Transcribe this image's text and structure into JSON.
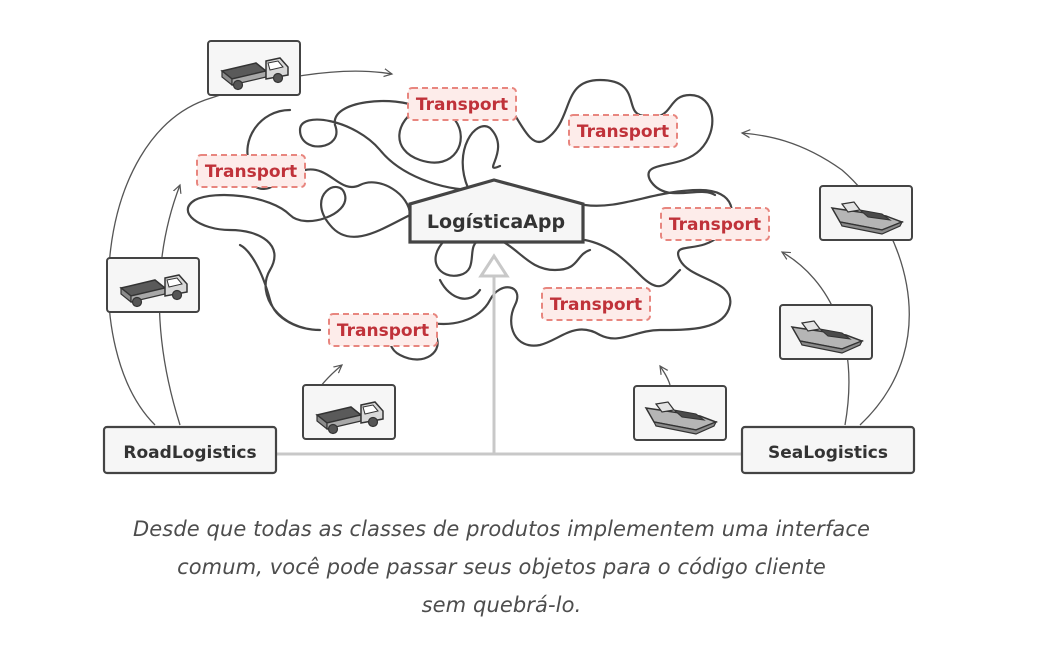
{
  "diagram": {
    "client": {
      "label": "LogísticaApp"
    },
    "creators": [
      {
        "id": "road",
        "label": "RoadLogistics"
      },
      {
        "id": "sea",
        "label": "SeaLogistics"
      }
    ],
    "transport_label": "Transport",
    "transport_count": 6,
    "truck_icon_count": 3,
    "ship_icon_count": 3,
    "colors": {
      "outline": "#444444",
      "line": "#c8c8c8",
      "transport_text": "#c0323a",
      "transport_border": "#e8867f",
      "transport_fill": "#fdecea",
      "box_fill": "#f6f6f6"
    }
  },
  "caption": {
    "line1": "Desde que todas as classes de produtos implementem uma interface",
    "line2": "comum, você pode passar seus objetos para o código cliente",
    "line3": "sem quebrá-lo."
  }
}
